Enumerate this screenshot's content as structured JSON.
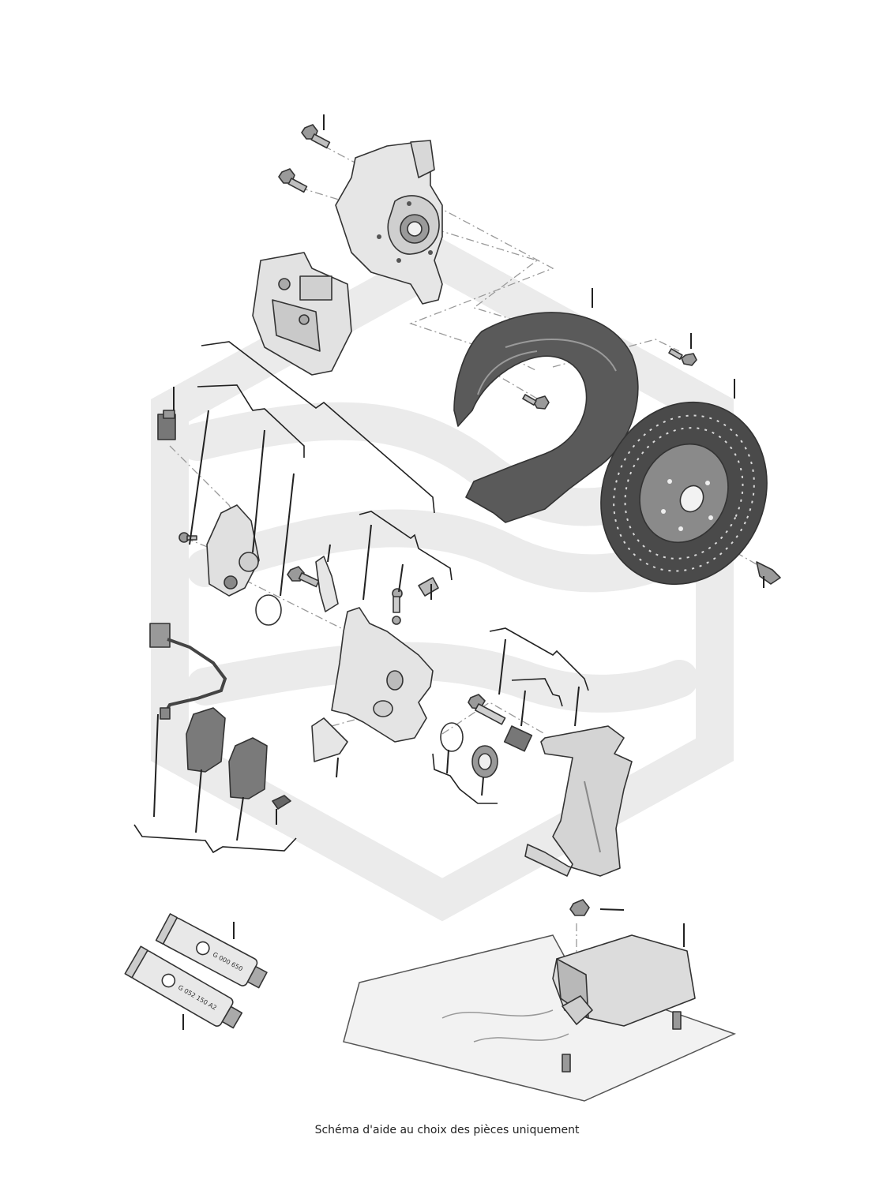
{
  "caption": "Schéma d'aide au choix des pièces uniquement",
  "tubes": [
    {
      "label": "G 000 650",
      "brand_icon": "vw-logo-icon"
    },
    {
      "label": "G 052 150 A2",
      "brand_icon": "vw-logo-icon"
    }
  ],
  "colors": {
    "watermark": "#e8e8e8",
    "part_fill": "#dcdcdc",
    "part_dark": "#555555",
    "line": "#222222",
    "dash": "#999999"
  }
}
